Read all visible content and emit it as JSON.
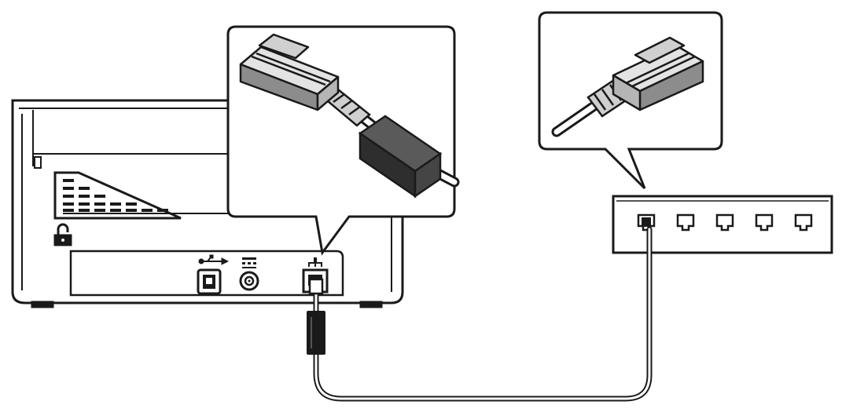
{
  "scanner": {
    "ports": [
      {
        "id": "usb",
        "label": ""
      },
      {
        "id": "power",
        "label": ""
      },
      {
        "id": "ethernet",
        "label": ""
      }
    ]
  },
  "callouts": [
    {
      "id": "scanner-plug-callout",
      "depicts": "ethernet-plug-with-ferrite-core"
    },
    {
      "id": "switch-plug-callout",
      "depicts": "ethernet-plug"
    }
  ],
  "network_switch": {
    "port_count": 5,
    "connected_port_index": 0
  },
  "colors": {
    "line": "#1a1a1a",
    "fill": "#ffffff",
    "plug_gray": "#8c8c8c",
    "ferrite": "#2e2e2e"
  }
}
